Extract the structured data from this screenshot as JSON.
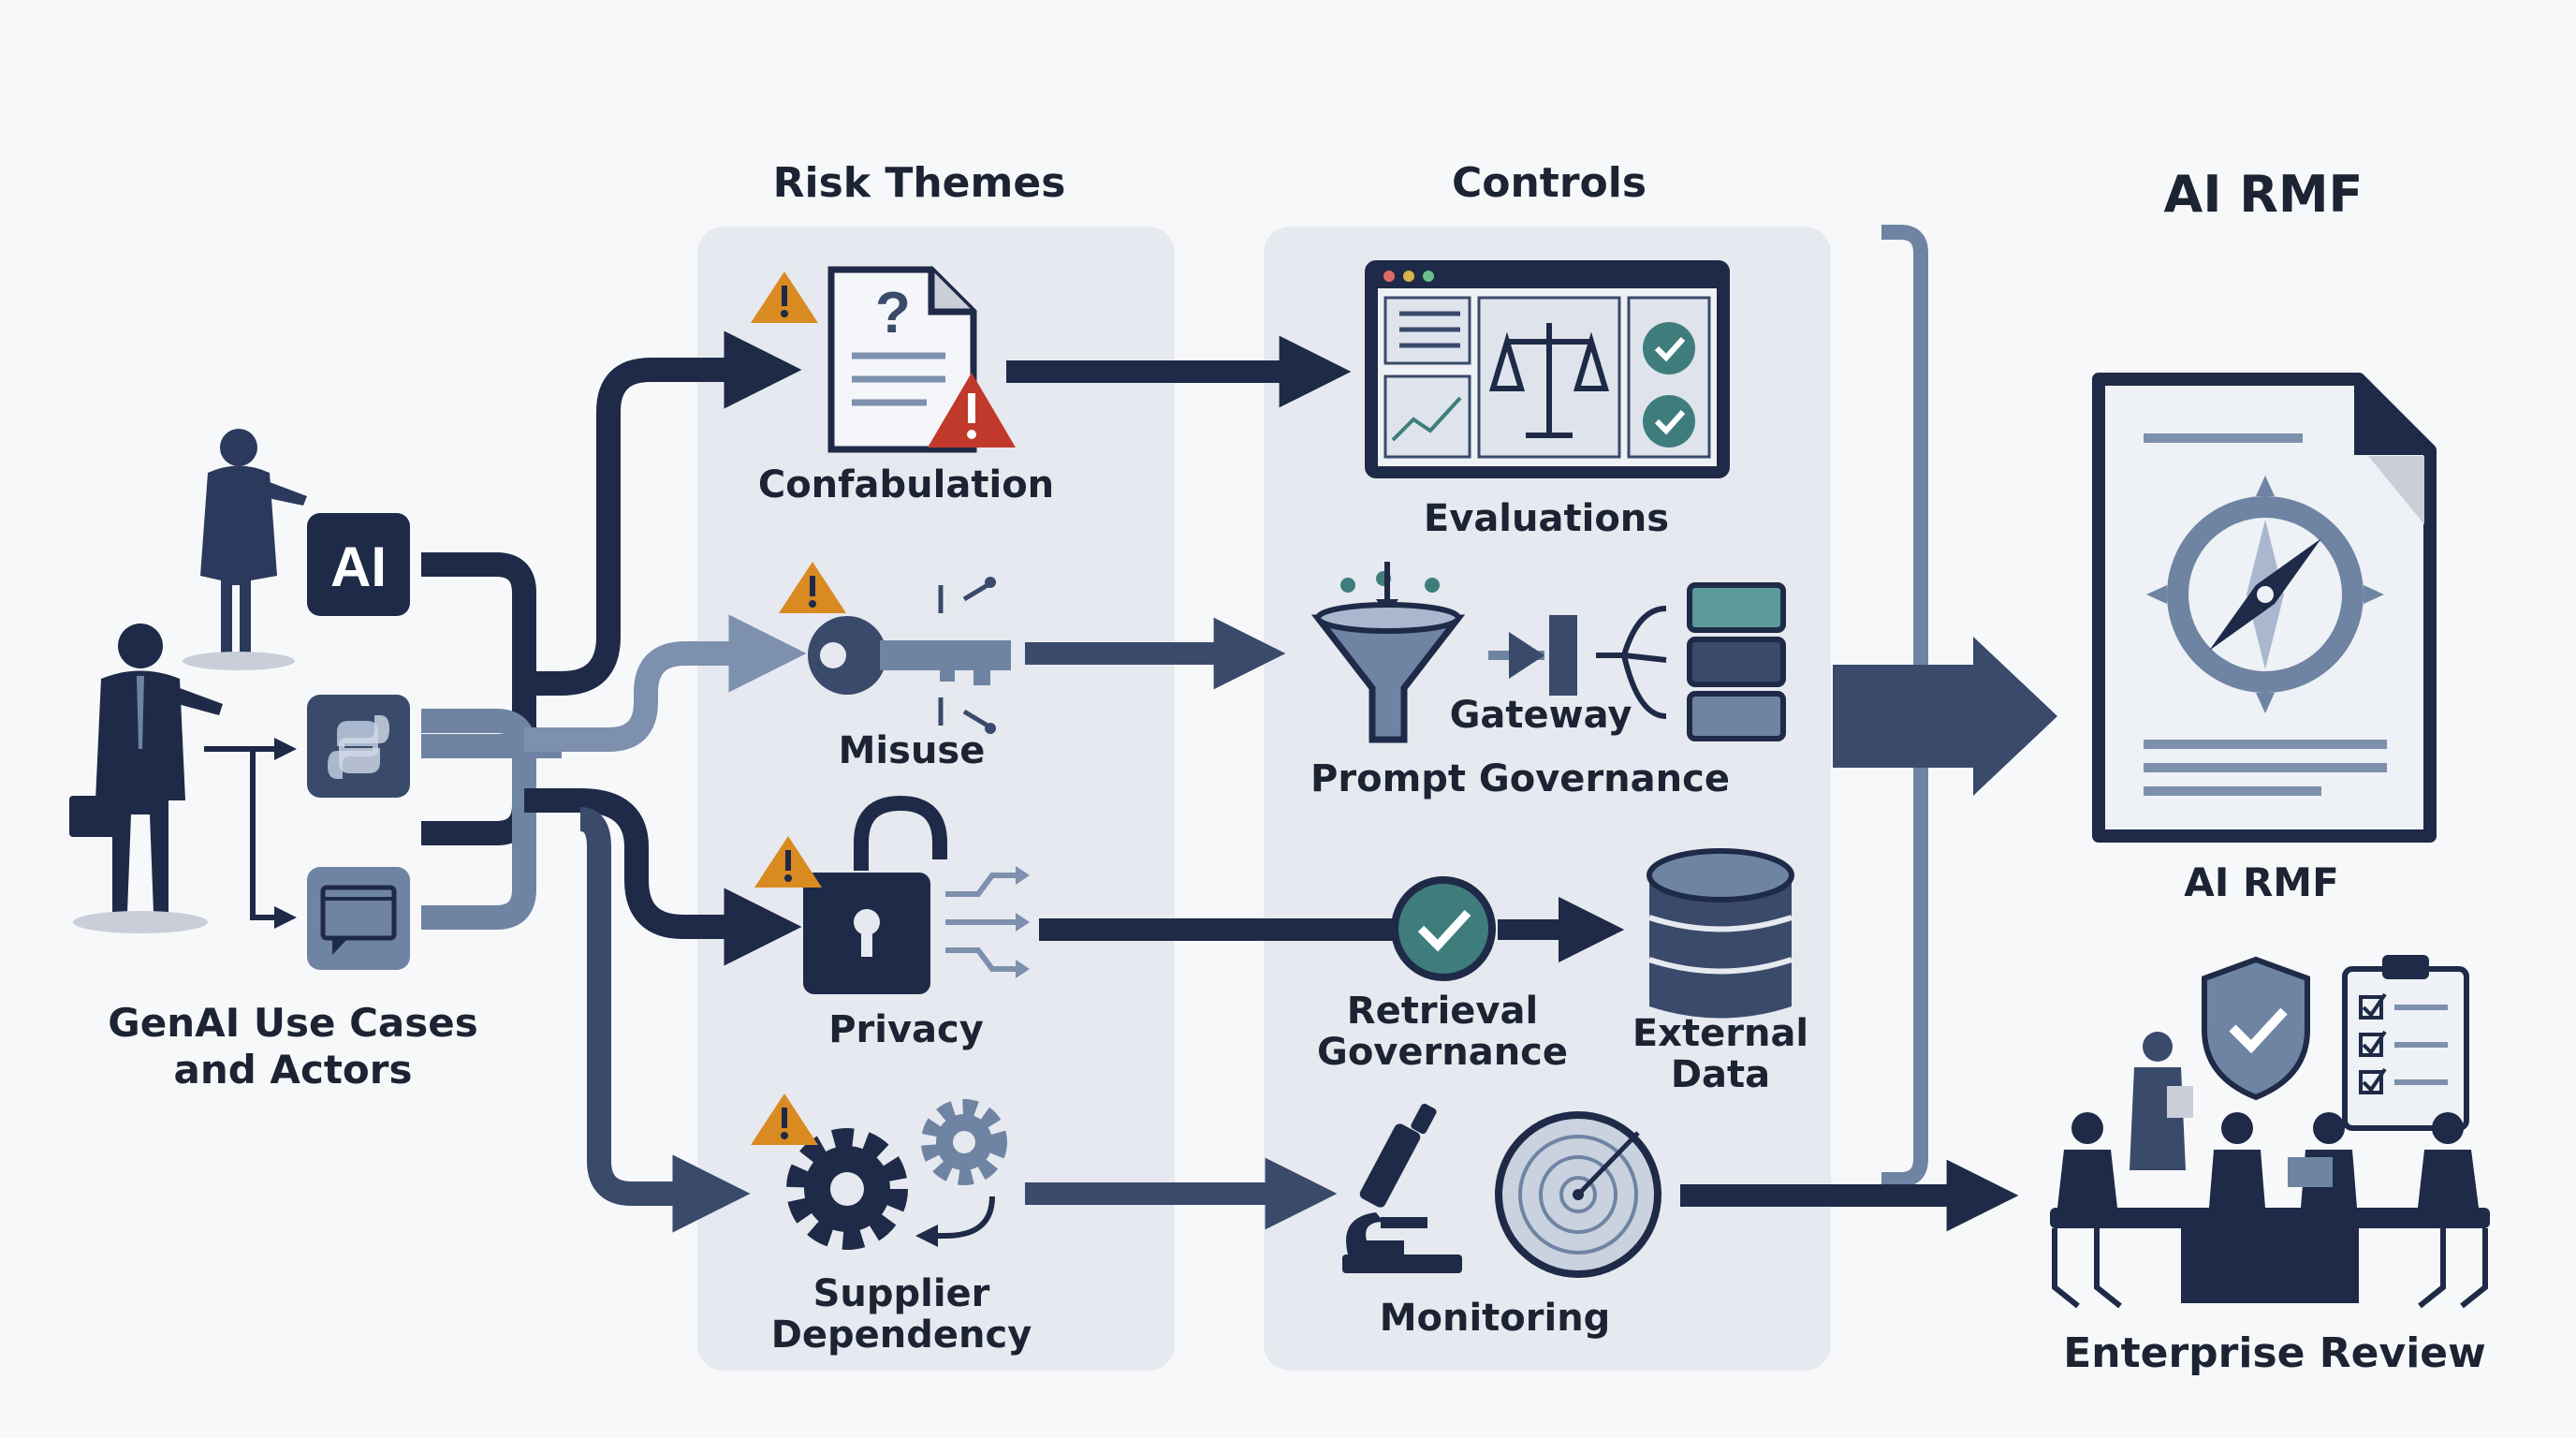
{
  "headers": {
    "risk_themes": "Risk Themes",
    "controls": "Controls",
    "ai_rmf": "AI RMF"
  },
  "actors": {
    "label_line1": "GenAI Use Cases",
    "label_line2": "and Actors",
    "ai_badge": "AI"
  },
  "risks": {
    "confabulation": "Confabulation",
    "misuse": "Misuse",
    "privacy": "Privacy",
    "supplier_line1": "Supplier",
    "supplier_line2": "Dependency"
  },
  "controls": {
    "evaluations": "Evaluations",
    "gateway": "Gateway",
    "prompt_governance": "Prompt Governance",
    "retrieval_line1": "Retrieval",
    "retrieval_line2": "Governance",
    "external_line1": "External",
    "external_line2": "Data",
    "monitoring": "Monitoring"
  },
  "outcomes": {
    "ai_rmf_doc": "AI RMF",
    "enterprise_review": "Enterprise Review"
  },
  "colors": {
    "navy": "#1e2a47",
    "slate": "#3a4a6b",
    "steel": "#6f84a3",
    "panel": "#e6e9ef",
    "teal": "#3f7d7d",
    "warning": "#d98a20",
    "danger": "#c0392b"
  }
}
